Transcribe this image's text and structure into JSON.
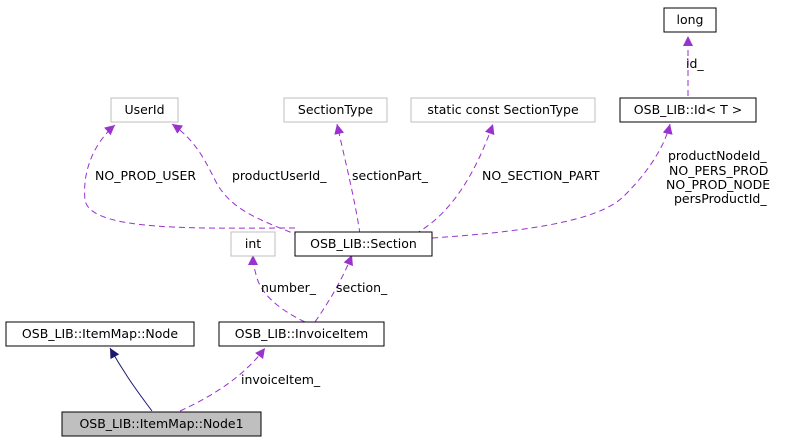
{
  "diagram": {
    "nodes": {
      "long": {
        "label": "long"
      },
      "userid": {
        "label": "UserId"
      },
      "sectiontype": {
        "label": "SectionType"
      },
      "static_sectiontype": {
        "label": "static const SectionType"
      },
      "osb_id": {
        "label": "OSB_LIB::Id< T >"
      },
      "int": {
        "label": "int"
      },
      "section": {
        "label": "OSB_LIB::Section"
      },
      "itemmap_node": {
        "label": "OSB_LIB::ItemMap::Node"
      },
      "invoiceitem": {
        "label": "OSB_LIB::InvoiceItem"
      },
      "itemmap_node1": {
        "label": "OSB_LIB::ItemMap::Node1"
      }
    },
    "edge_labels": {
      "id": "id_",
      "no_prod_user": "NO_PROD_USER",
      "product_user_id": "productUserId_",
      "section_part": "sectionPart_",
      "no_section_part": "NO_SECTION_PART",
      "product_node_id": "productNodeId_",
      "no_pers_prod": "NO_PERS_PROD",
      "no_prod_node": "NO_PROD_NODE",
      "pers_product_id": "persProductId_",
      "number": "number_",
      "section": "section_",
      "invoice_item": "invoiceItem_"
    },
    "colors": {
      "usage_edge": "#9a32cd",
      "inheritance_edge": "#191970",
      "node_border": "#000000",
      "external_node_border": "#bfbfbf",
      "highlight_fill": "#bfbfbf"
    }
  }
}
